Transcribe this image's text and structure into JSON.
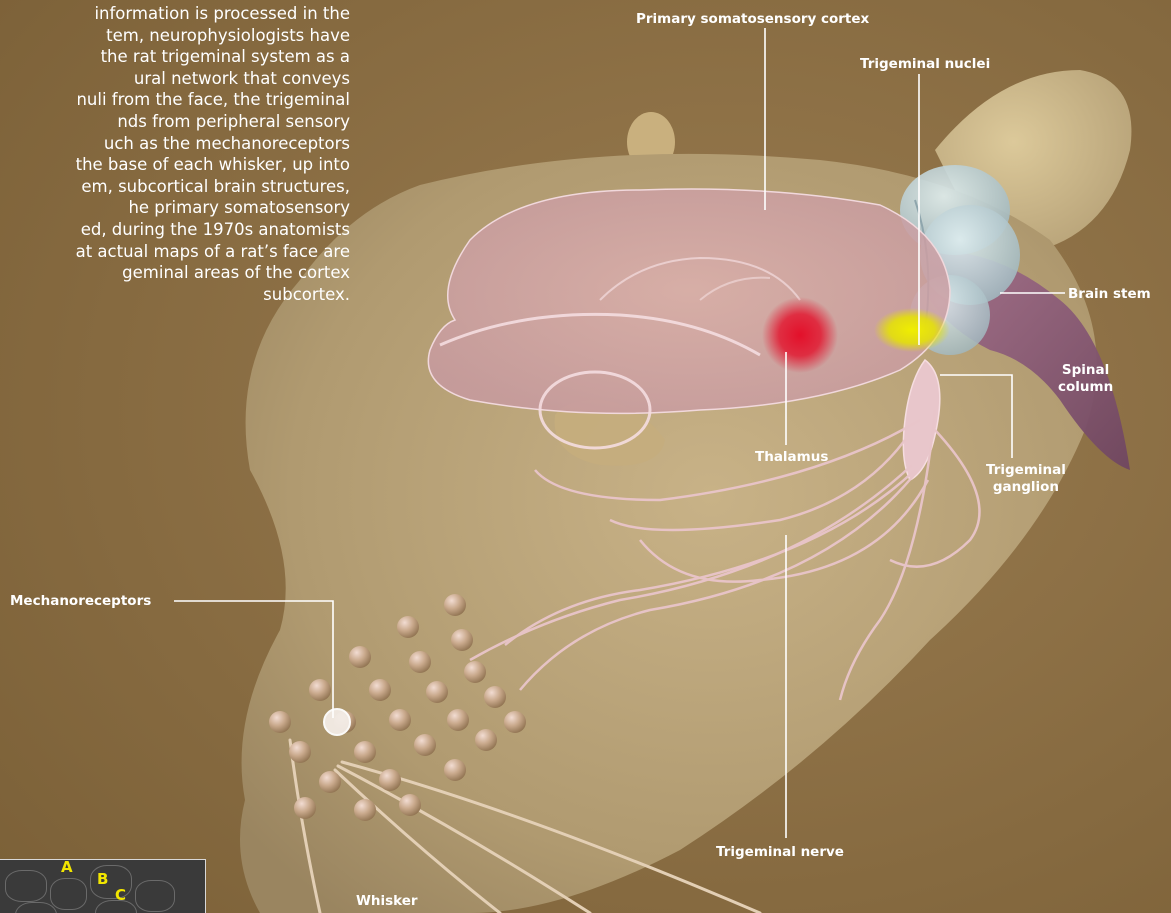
{
  "intro_lines": [
    "information is processed in the",
    "tem, neurophysiologists have",
    "the rat trigeminal system as a",
    "ural network that conveys",
    "nuli from the face, the trigeminal",
    "nds from peripheral sensory",
    "uch as the mechanoreceptors",
    "the base of each whisker, up into",
    "em, subcortical brain structures,",
    "he primary somatosensory",
    "ed, during the 1970s anatomists",
    "at actual maps of a rat’s face are",
    "geminal areas of the cortex",
    "subcortex."
  ],
  "labels": {
    "primary_somatosensory_cortex": "Primary somatosensory cortex",
    "trigeminal_nuclei": "Trigeminal nuclei",
    "brain_stem": "Brain stem",
    "spinal_column": "Spinal\ncolumn",
    "thalamus": "Thalamus",
    "trigeminal_ganglion": "Trigeminal\nganglion",
    "mechanoreceptors": "Mechanoreceptors",
    "trigeminal_nerve": "Trigeminal nerve",
    "whisker": "Whisker"
  },
  "inset": {
    "letters": [
      "A",
      "B",
      "C"
    ]
  },
  "colors": {
    "background": "#8a6e45",
    "head": "#b9a277",
    "brain": "#e7b9c4",
    "thalamus_spot": "#e3102a",
    "nuclei_spot": "#e6e400",
    "brainstem": "#8e5b76",
    "cerebellum": "#b7cfd6",
    "nerve": "#f0d2d6",
    "label_text": "#ffffff",
    "inset_letter": "#f2e600"
  }
}
